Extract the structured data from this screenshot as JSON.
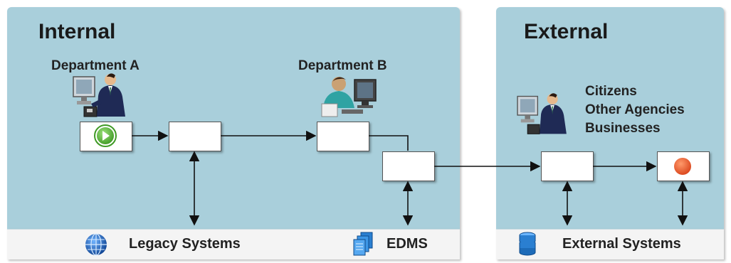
{
  "internal": {
    "title": "Internal",
    "department_a": "Department A",
    "department_b": "Department B",
    "footer": {
      "legacy_label": "Legacy Systems",
      "legacy_icon": "globe-icon",
      "edms_label": "EDMS",
      "edms_icon": "document-stack-icon"
    }
  },
  "external": {
    "title": "External",
    "audience": [
      "Citizens",
      "Other Agencies",
      "Businesses"
    ],
    "footer": {
      "label": "External Systems",
      "icon": "database-icon"
    }
  },
  "colors": {
    "panel": "#a9cfdb",
    "footer": "#f4f4f4",
    "start": "#5cb23b",
    "end": "#e8572a",
    "arrow": "#111111"
  }
}
